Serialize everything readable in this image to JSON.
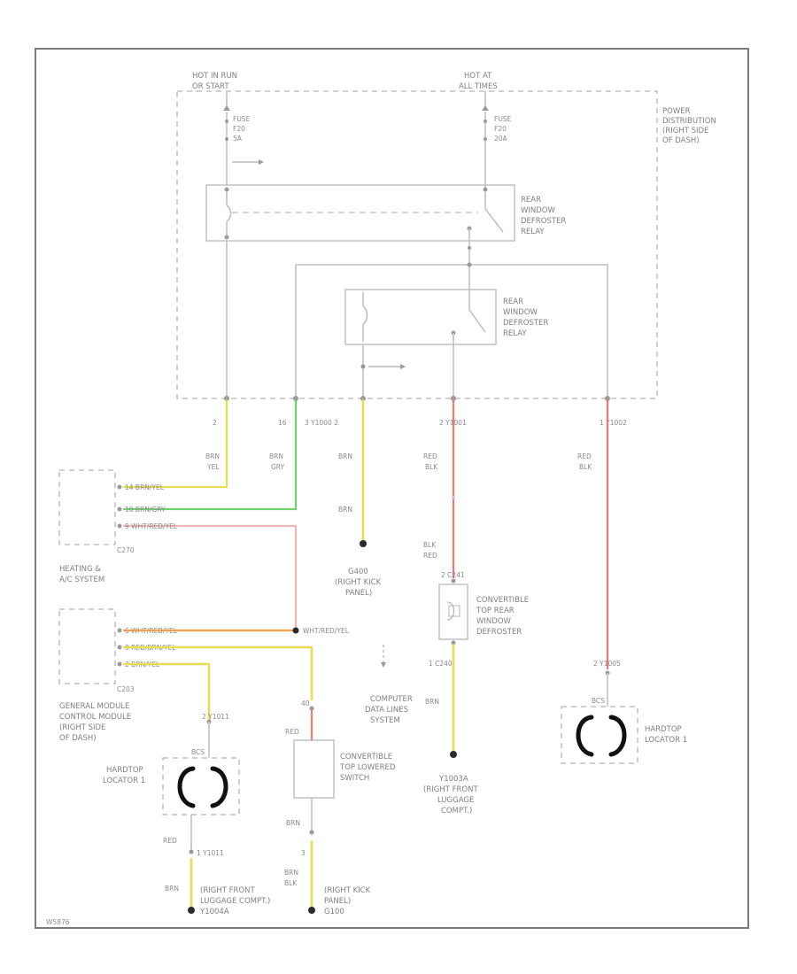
{
  "colors": {
    "border": "#7a7a7a",
    "brn": "#c8a45a",
    "yel": "#e8dc52",
    "grn": "#6fd36f",
    "red": "#e87a7a",
    "pink": "#f2b8b8",
    "orange": "#f0a24a",
    "gray": "#c9c9c9",
    "ground": "#2a2a2a"
  },
  "labels": {
    "hot_run": [
      "HOT IN RUN",
      "OR START"
    ],
    "hot_all": [
      "HOT AT",
      "ALL TIMES"
    ],
    "fuse_left": [
      "FUSE",
      "F20",
      "5A"
    ],
    "fuse_right": [
      "FUSE",
      "F20",
      "20A"
    ],
    "pdc": [
      "POWER",
      "DISTRIBUTION",
      "(RIGHT SIDE",
      "OF DASH)"
    ],
    "relay1": [
      "REAR",
      "WINDOW",
      "DEFROSTER",
      "RELAY"
    ],
    "relay2": [
      "REAR",
      "WINDOW",
      "DEFROSTER",
      "RELAY"
    ],
    "pin2": "2",
    "pin16": "16",
    "pin_c2": "3 Y1000 2",
    "pin_y1001": "2   Y1001",
    "pin_y1002": "1   Y1002",
    "w_brn_yel": [
      "BRN",
      "YEL"
    ],
    "w_brn_gry": [
      "BRN",
      "GRY"
    ],
    "w_brn1": "BRN",
    "w_brn2": "BRN",
    "w_red_blk1": [
      "RED",
      "BLK"
    ],
    "w_red_blk2": [
      "RED",
      "BLK"
    ],
    "w_blk_red": [
      "BLK",
      "RED"
    ],
    "hvac_pins": [
      "14  BRN/YEL",
      "10  BRN/GRY",
      "9  WHT/RED/YEL"
    ],
    "hvac_conn": "C270",
    "hvac": [
      "HEATING &",
      "A/C SYSTEM"
    ],
    "gem_pins": [
      "6  WHT/RED/YEL",
      "8  RED/BRN/YEL",
      "2  BRN/YEL"
    ],
    "gem_conn": "C203",
    "gem": [
      "GENERAL MODULE",
      "CONTROL MODULE",
      "(RIGHT SIDE",
      "OF DASH)"
    ],
    "splice_label": "WHT/RED/YEL",
    "g400": [
      "G400",
      "(RIGHT KICK",
      "PANEL)"
    ],
    "computer": [
      "COMPUTER",
      "DATA LINES",
      "SYSTEM"
    ],
    "conv_defrost": [
      "CONVERTIBLE",
      "TOP REAR",
      "WINDOW",
      "DEFROSTER"
    ],
    "conv_top_pins": "2  C241",
    "conv_bot_pins": "1  C240",
    "w_brn3": "BRN",
    "g_right_front": [
      "Y1003A",
      "(RIGHT FRONT",
      "LUGGAGE",
      "COMPT.)"
    ],
    "locator_right_pins": "2  Y1005",
    "locator_right_tag": "BCS",
    "locator_right": [
      "HARDTOP",
      "LOCATOR 1"
    ],
    "locator_left_pins": "2  Y1011",
    "locator_left_tag": "BCS",
    "locator_left": [
      "HARDTOP",
      "LOCATOR 1"
    ],
    "w_red_lowered": "RED",
    "pin_40": "40",
    "conv_lowered": [
      "CONVERTIBLE",
      "TOP LOWERED",
      "SWITCH"
    ],
    "w_brn4": "BRN",
    "pin_3": "3",
    "w_brn_blk": [
      "BRN",
      "BLK"
    ],
    "w_red_loc": "RED",
    "pin_y1011": "1  Y1011",
    "w_brn5": "BRN",
    "g_bottom_left": [
      "(RIGHT FRONT",
      "LUGGAGE COMPT.)",
      "Y1004A"
    ],
    "g_bottom_mid": [
      "(RIGHT KICK",
      "PANEL)",
      "G100"
    ],
    "diagram_id": "W5876"
  }
}
